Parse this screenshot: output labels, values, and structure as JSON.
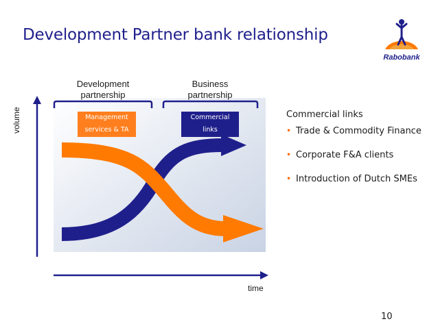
{
  "title": "Development Partner bank relationship",
  "logo": {
    "name": "Rabobank",
    "icon": "rabobank-logo-icon"
  },
  "diagram": {
    "phases": [
      {
        "line1": "Development",
        "line2": "partnership"
      },
      {
        "line1": "Business",
        "line2": "partnership"
      }
    ],
    "boxes": [
      {
        "line1": "Management",
        "line2": "services & TA",
        "color": "#ff7f1e"
      },
      {
        "line1": "Commercial",
        "line2": "links",
        "color": "#1f1f8c"
      }
    ],
    "y_axis_label": "volume",
    "x_axis_label": "time",
    "arrows": [
      {
        "name": "orange-arrow",
        "color": "#ff7a00"
      },
      {
        "name": "blue-arrow",
        "color": "#1f1f8c"
      }
    ]
  },
  "panel": {
    "title": "Commercial links",
    "bullets": [
      "Trade & Commodity Finance",
      "Corporate F&A clients",
      "Introduction of Dutch SMEs"
    ],
    "bullet_color": "#ff6600"
  },
  "page_number": "10",
  "colors": {
    "brand_blue": "#1f1f8c",
    "brand_orange": "#ff7a00"
  }
}
